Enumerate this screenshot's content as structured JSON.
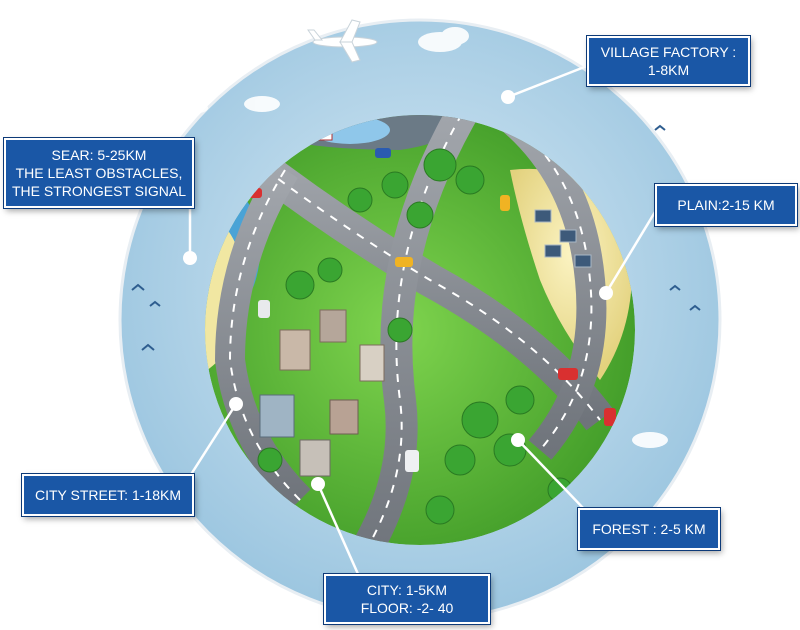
{
  "labels": {
    "sear": {
      "line1": "SEAR: 5-25KM",
      "line2": "THE LEAST OBSTACLES,",
      "line3": "THE STRONGEST SIGNAL"
    },
    "village": {
      "line1": "VILLAGE FACTORY :",
      "line2": "1-8KM"
    },
    "plain": {
      "line1": "PLAIN:2-15 KM"
    },
    "street": {
      "line1": "CITY STREET: 1-18KM"
    },
    "forest": {
      "line1": "FOREST : 2-5 KM"
    },
    "city": {
      "line1": "CITY: 1-5KM",
      "line2": "FLOOR: -2- 40"
    }
  },
  "colors": {
    "label_bg": "#1a57a6",
    "sky": "#b9d8ea",
    "road": "#8a8f96",
    "grass": "#5bbf3a",
    "sand": "#f1e7a2",
    "sea": "#4aa3d6"
  }
}
